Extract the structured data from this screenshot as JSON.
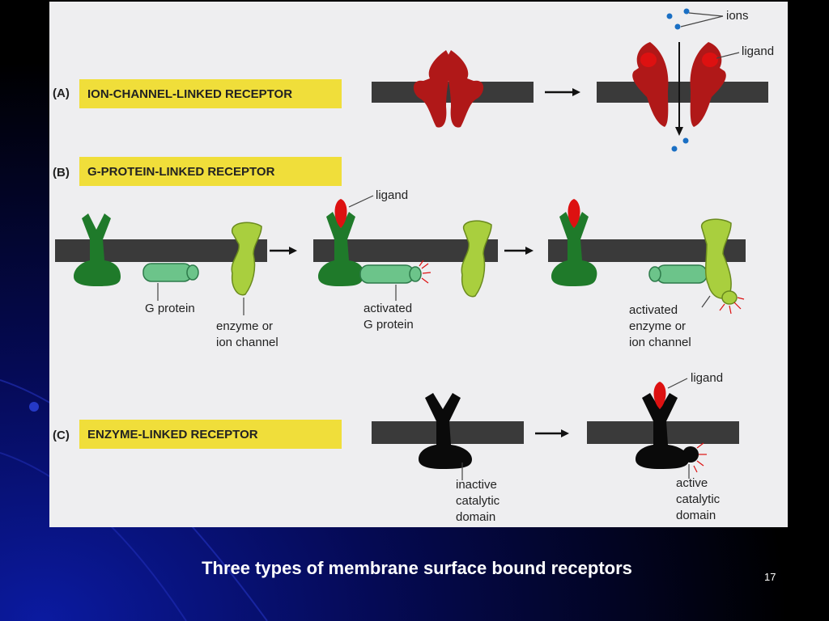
{
  "figure": {
    "panel_a": {
      "letter": "(A)",
      "title": "ION-CHANNEL-LINKED  RECEPTOR",
      "ions_label": "ions",
      "ligand_label": "ligand"
    },
    "panel_b": {
      "letter": "(B)",
      "title": "G-PROTEIN-LINKED  RECEPTOR",
      "ligand_label": "ligand",
      "g_protein_label": "G protein",
      "enzyme_label_1": "enzyme or",
      "enzyme_label_2": "ion channel",
      "activated_g_label_1": "activated",
      "activated_g_label_2": "G protein",
      "activated_enzyme_label_1": "activated",
      "activated_enzyme_label_2": "enzyme or",
      "activated_enzyme_label_3": "ion channel"
    },
    "panel_c": {
      "letter": "(C)",
      "title": "ENZYME-LINKED  RECEPTOR",
      "ligand_label": "ligand",
      "inactive_label_1": "inactive",
      "inactive_label_2": "catalytic",
      "inactive_label_3": "domain",
      "active_label_1": "active",
      "active_label_2": "catalytic",
      "active_label_3": "domain"
    },
    "colors": {
      "membrane": "#3a3a3a",
      "header_yellow": "#f0de3a",
      "ion_receptor": "#b01818",
      "g_receptor": "#1f7a2a",
      "g_protein": "#6cc48a",
      "enzyme": "#a9cf3e",
      "enzyme_receptor": "#0a0a0a",
      "ligand": "#dd1111",
      "ion": "#1a6fc4"
    }
  },
  "slide": {
    "caption": "Three types of membrane surface bound receptors",
    "page_number": "17"
  }
}
